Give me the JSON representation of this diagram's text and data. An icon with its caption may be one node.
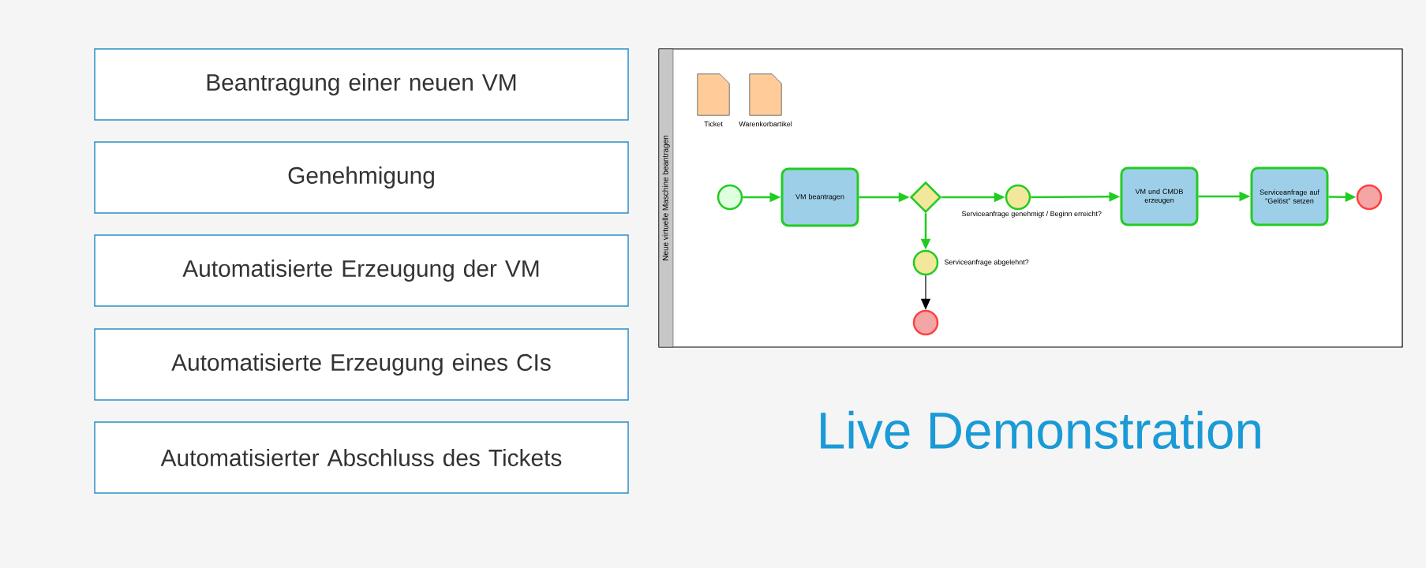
{
  "diagram": {
    "nodes": [
      {
        "text": [
          "Beantragung einer neuen VM"
        ]
      },
      {
        "text": [
          "Genehmigung"
        ]
      },
      {
        "text": [
          "Automatisierte Erzeugung der VM"
        ]
      },
      {
        "text": [
          "Automatisierte Erzeugung eines CIs"
        ]
      },
      {
        "text": [
          "Automatisierter Abschluss des Tickets"
        ]
      },
      {
        "text": [
          "Neue virtuelle Maschine beantragen"
        ]
      },
      {
        "text": [
          "Ticket"
        ],
        "in": 5
      },
      {
        "text": [
          "Warenkorbartikel"
        ],
        "in": 5
      },
      {
        "text": [],
        "shape": "circle",
        "in": 5
      },
      {
        "text": [
          "VM beantragen"
        ],
        "in": 5
      },
      {
        "text": [],
        "shape": "diamond",
        "in": 5
      },
      {
        "text": [
          "Serviceanfrage genehmigt / Beginn erreicht?"
        ],
        "in": 5
      },
      {
        "text": [
          "Serviceanfrage abgelehnt?"
        ],
        "in": 5
      },
      {
        "text": [],
        "shape": "circle",
        "in": 5
      },
      {
        "text": [
          "VM und CMDB erzeugen"
        ],
        "in": 5
      },
      {
        "text": [
          "Serviceanfrage auf \"Gelöst\" setzen"
        ],
        "in": 5
      },
      {
        "text": [],
        "shape": "circle",
        "in": 5
      }
    ],
    "edges": [
      {
        "from": 8,
        "to": 9,
        "arrow": "to"
      },
      {
        "from": 9,
        "to": 10,
        "arrow": "to"
      },
      {
        "from": 10,
        "to": 11,
        "arrow": "to"
      },
      {
        "from": 10,
        "to": 12,
        "arrow": "to"
      },
      {
        "from": 12,
        "to": 13,
        "arrow": "to",
        "color": "#000000"
      },
      {
        "from": 11,
        "to": 14,
        "arrow": "to"
      },
      {
        "from": 14,
        "to": 15,
        "arrow": "to"
      },
      {
        "from": 15,
        "to": 16,
        "arrow": "to"
      }
    ],
    "labels": [
      "Live Demonstration"
    ]
  }
}
